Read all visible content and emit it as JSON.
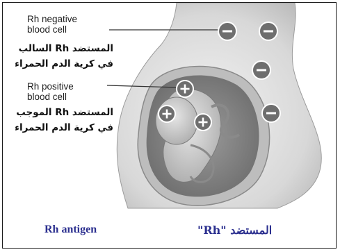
{
  "labels": {
    "rh_negative": [
      "Rh negative",
      "blood cell"
    ],
    "rh_negative_ar": [
      "المستضد Rh السالب",
      "في كرية الدم الحمراء"
    ],
    "rh_positive": [
      "Rh positive",
      "blood cell"
    ],
    "rh_positive_ar": [
      "المستضد Rh الموجب",
      "في كرية الدم الحمراء"
    ]
  },
  "caption": {
    "english": "Rh antigen",
    "arabic": "المستضد \"Rh\""
  },
  "cell_symbols": {
    "negative": "minus-symbol",
    "positive": "plus-symbol"
  },
  "colors": {
    "caption": "#2b2f8f",
    "cell_fill": "#6e6e6e",
    "cell_ring": "#ffffff"
  }
}
